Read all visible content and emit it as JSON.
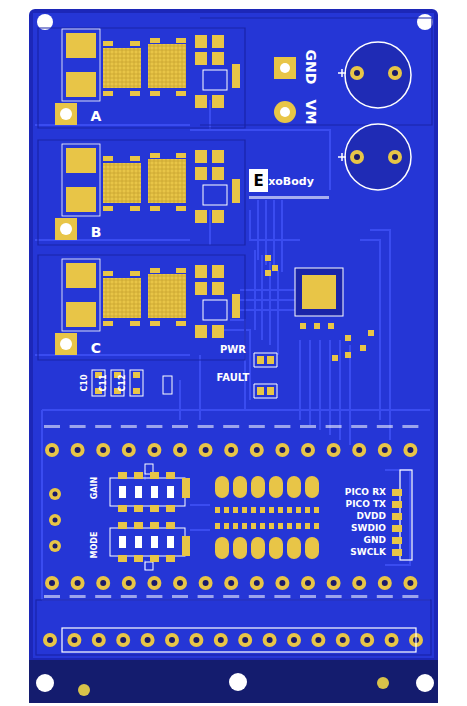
{
  "diagram": {
    "labels": [
      "GND",
      "VM",
      "A",
      "B",
      "C",
      "E",
      "xoBody",
      "PWR",
      "FAULT",
      "C10",
      "C11",
      "C12",
      "GAIN",
      "MODE",
      "PICO RX",
      "PICO TX",
      "DVDD",
      "SWDIO",
      "GND",
      "SWCLK"
    ]
  }
}
